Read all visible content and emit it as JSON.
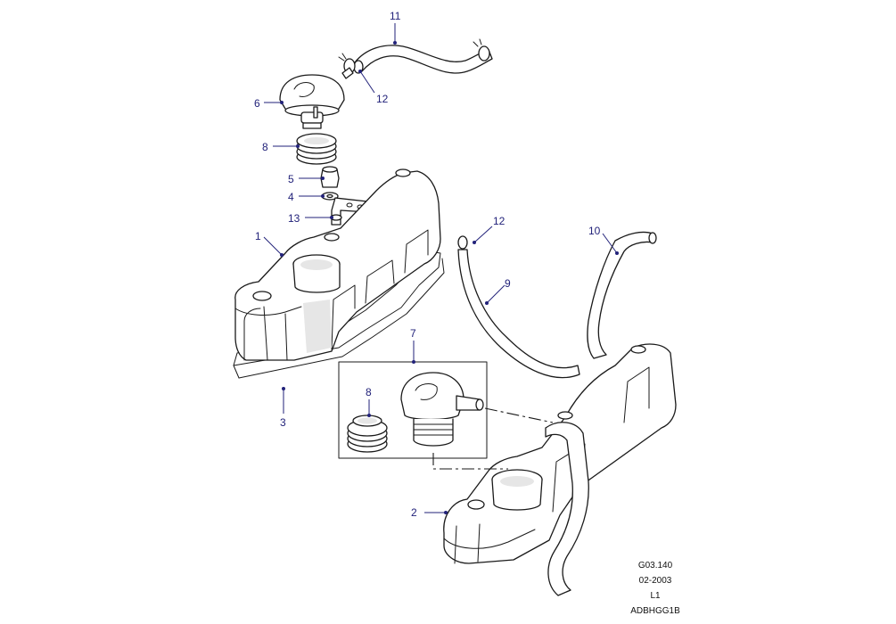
{
  "callouts": {
    "c1": "1",
    "c2": "2",
    "c3": "3",
    "c4": "4",
    "c5": "5",
    "c6": "6",
    "c7": "7",
    "c8a": "8",
    "c8b": "8",
    "c9": "9",
    "c10": "10",
    "c11": "11",
    "c12a": "12",
    "c12b": "12",
    "c13": "13"
  },
  "reference": {
    "line1": "G03.140",
    "line2": "02-2003",
    "line3": "L1",
    "line4": "ADBHGG1B"
  }
}
